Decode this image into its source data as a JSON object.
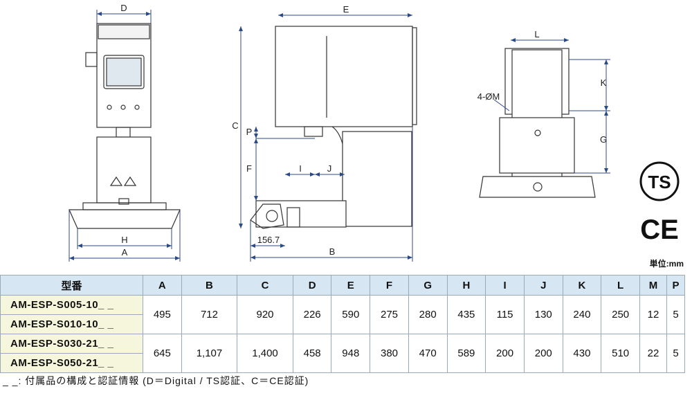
{
  "drawing_labels": {
    "front": {
      "D": "D",
      "H": "H",
      "A": "A"
    },
    "side": {
      "E": "E",
      "C": "C",
      "P": "P",
      "F": "F",
      "I": "I",
      "J": "J",
      "dim_1567": "156.7",
      "B": "B"
    },
    "top": {
      "L": "L",
      "K": "K",
      "G": "G",
      "hole": "4-ØM"
    }
  },
  "marks": {
    "ts": "TS",
    "ce": "CE"
  },
  "unit": "単位:mm",
  "table": {
    "headers": [
      "型番",
      "A",
      "B",
      "C",
      "D",
      "E",
      "F",
      "G",
      "H",
      "I",
      "J",
      "K",
      "L",
      "M",
      "P"
    ],
    "groups": [
      {
        "models": [
          "AM-ESP-S005-10_ _",
          "AM-ESP-S010-10_ _"
        ],
        "values": [
          "495",
          "712",
          "920",
          "226",
          "590",
          "275",
          "280",
          "435",
          "115",
          "130",
          "240",
          "250",
          "12",
          "5"
        ]
      },
      {
        "models": [
          "AM-ESP-S030-21_ _",
          "AM-ESP-S050-21_ _"
        ],
        "values": [
          "645",
          "1,107",
          "1,400",
          "458",
          "948",
          "380",
          "470",
          "589",
          "200",
          "200",
          "430",
          "510",
          "22",
          "5"
        ]
      }
    ]
  },
  "footnote": "_ _: 付属品の構成と認証情報 (D＝Digital / TS認証、C＝CE認証)"
}
